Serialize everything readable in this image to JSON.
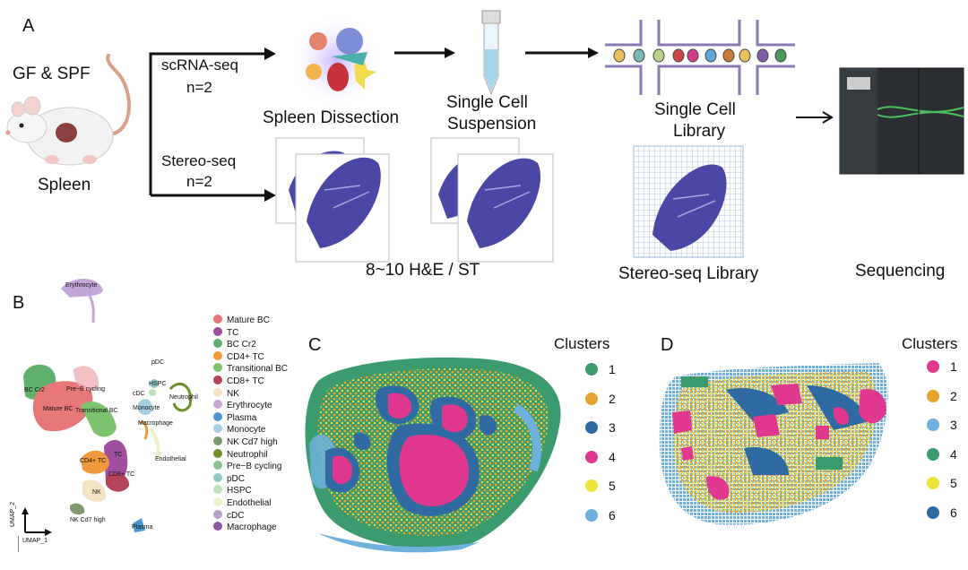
{
  "panel_a": {
    "letter": "A",
    "mouse_label": "GF & SPF",
    "organ_label": "Spleen",
    "branch1_label": "scRNA-seq",
    "branch1_n": "n=2",
    "branch2_label": "Stereo-seq",
    "branch2_n": "n=2",
    "step_dissection": "Spleen Dissection",
    "step_suspension_1": "Single Cell",
    "step_suspension_2": "Suspension",
    "step_library_1": "Single Cell",
    "step_library_2": "Library",
    "sections_label": "8~10 H&E / ST",
    "stereo_library": "Stereo-seq Library",
    "sequencing": "Sequencing"
  },
  "panel_b": {
    "letter": "B",
    "axis_y": "UMAP_2",
    "axis_x": "UMAP_1",
    "cluster_labels": {
      "erythrocyte": "Erythrocyte",
      "pdc": "pDC",
      "hspc": "HSPC",
      "cdc": "cDC",
      "neutrophil": "Neutrophil",
      "monocyte": "Monocyte",
      "macrophage": "Macrophage",
      "endothelial": "Endothelial",
      "bc_cr2": "BC Cr2",
      "preb": "Pre−B cycling",
      "mature_bc": "Mature BC",
      "transitional_bc": "Transitional BC",
      "tc": "TC",
      "cd4": "CD4+ TC",
      "cd8": "CD8+ TC",
      "nk": "NK",
      "nk_cd7": "NK Cd7 high",
      "plasma": "Plasma"
    },
    "legend": [
      {
        "label": "Mature BC",
        "color": "#e8777a"
      },
      {
        "label": "TC",
        "color": "#a04f9f"
      },
      {
        "label": "BC Cr2",
        "color": "#5fb06c"
      },
      {
        "label": "CD4+ TC",
        "color": "#ef9a3d"
      },
      {
        "label": "Transitional BC",
        "color": "#7dc36d"
      },
      {
        "label": "CD8+ TC",
        "color": "#b3445a"
      },
      {
        "label": "NK",
        "color": "#f6e3c4"
      },
      {
        "label": "Erythrocyte",
        "color": "#c3a7d9"
      },
      {
        "label": "Plasma",
        "color": "#4a97cf"
      },
      {
        "label": "Monocyte",
        "color": "#a3cfe3"
      },
      {
        "label": "NK Cd7 high",
        "color": "#7e9a6c"
      },
      {
        "label": "Neutrophil",
        "color": "#6f8f2a"
      },
      {
        "label": "Pre−B cycling",
        "color": "#8bc48a"
      },
      {
        "label": "pDC",
        "color": "#8fcbc1"
      },
      {
        "label": "HSPC",
        "color": "#bfe2bd"
      },
      {
        "label": "Endothelial",
        "color": "#eef2c5"
      },
      {
        "label": "cDC",
        "color": "#b6a3c9"
      },
      {
        "label": "Macrophage",
        "color": "#8d55a6"
      }
    ]
  },
  "panel_c": {
    "letter": "C",
    "legend_title": "Clusters",
    "clusters": [
      {
        "label": "1",
        "color": "#3b9a6e"
      },
      {
        "label": "2",
        "color": "#e6a42e"
      },
      {
        "label": "3",
        "color": "#2f6aa3"
      },
      {
        "label": "4",
        "color": "#e0388e"
      },
      {
        "label": "5",
        "color": "#ece33b"
      },
      {
        "label": "6",
        "color": "#6fb1dd"
      }
    ]
  },
  "panel_d": {
    "letter": "D",
    "legend_title": "Clusters",
    "clusters": [
      {
        "label": "1",
        "color": "#e0388e"
      },
      {
        "label": "2",
        "color": "#e6a42e"
      },
      {
        "label": "3",
        "color": "#6fb1dd"
      },
      {
        "label": "4",
        "color": "#3b9a6e"
      },
      {
        "label": "5",
        "color": "#ece33b"
      },
      {
        "label": "6",
        "color": "#2f6aa3"
      }
    ]
  }
}
